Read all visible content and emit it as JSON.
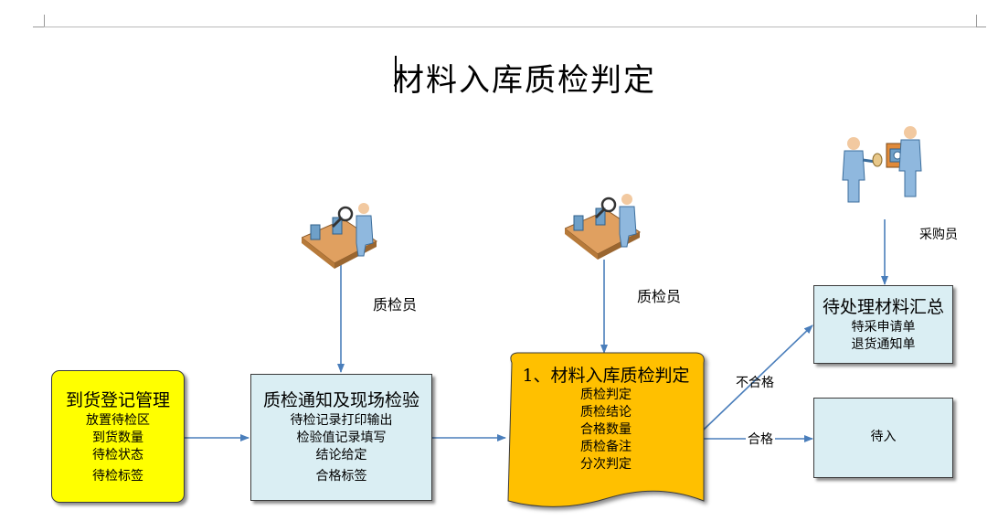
{
  "title": "材料入库质检判定",
  "arrival_box": {
    "heading": "到货登记管理",
    "lines": [
      "放置待检区",
      "到货数量",
      "待检状态",
      "待检标签"
    ]
  },
  "inspection_box": {
    "heading": "质检通知及现场检验",
    "lines": [
      "待检记录打印输出",
      "检验值记录填写",
      "结论给定",
      "合格标签"
    ]
  },
  "judgement_box": {
    "heading": "1、材料入库质检判定",
    "lines": [
      "质检判定",
      "质检结论",
      "合格数量",
      "质检备注",
      "分次判定"
    ]
  },
  "pending_box": {
    "heading": "待处理材料汇总",
    "lines": [
      "特采申请单",
      "退货通知单"
    ]
  },
  "warehouse_box": {
    "label": "待入"
  },
  "actors": {
    "inspector_1": "质检员",
    "inspector_2": "质检员",
    "purchaser": "采购员"
  },
  "edge_labels": {
    "fail": "不合格",
    "pass": "合格"
  },
  "colors": {
    "yellow": "#ffff00",
    "light_blue": "#daeef3",
    "orange": "#ffc000",
    "arrow": "#4a7ebb"
  },
  "icons": [
    "inspector-conveyor-icon",
    "inspector-conveyor-icon",
    "purchaser-handshake-icon"
  ]
}
